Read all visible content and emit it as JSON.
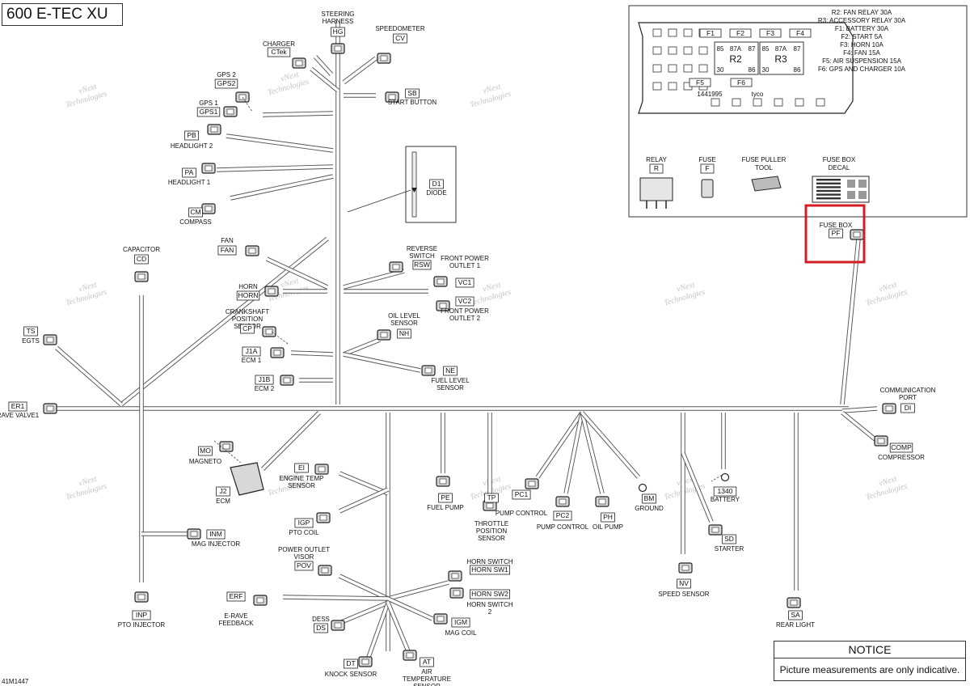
{
  "title": "600 E-TEC XU",
  "figure_id": "41M1447",
  "notice": {
    "heading": "NOTICE",
    "text": "Picture measurements are only indicative."
  },
  "watermark": [
    "vNext",
    "Technologies"
  ],
  "fuse_box": {
    "fuses_top": [
      "F1",
      "F2",
      "F3",
      "F4"
    ],
    "relay_r2": {
      "name": "R2",
      "pins_top": [
        "85",
        "87A",
        "87"
      ],
      "pins_bottom": [
        "30",
        "86"
      ]
    },
    "relay_r3": {
      "name": "R3",
      "pins_top": [
        "85",
        "87A",
        "87"
      ],
      "pins_bottom": [
        "30",
        "86"
      ]
    },
    "fuse_f5": "F5",
    "fuse_f6": "F6",
    "part_number": "1441995",
    "brand": "tyco",
    "legend": [
      "R2: FAN RELAY 30A",
      "R3: ACCESSORY RELAY 30A",
      "F1: BATTERY 30A",
      "F2: START 5A",
      "F3: HORN 10A",
      "F4: FAN 15A",
      "F5: AIR SUSPENSION 15A",
      "F6: GPS AND CHARGER 10A"
    ],
    "parts": [
      {
        "name": "RELAY",
        "code": "R"
      },
      {
        "name": "FUSE",
        "code": "F"
      },
      {
        "name": "FUSE PULLER TOOL",
        "code": ""
      },
      {
        "name": "FUSE BOX DECAL",
        "code": ""
      }
    ]
  },
  "components": {
    "hg": {
      "label": "STEERING HARNESS",
      "code": "HG"
    },
    "cv": {
      "label": "SPEEDOMETER",
      "code": "CV"
    },
    "ctek": {
      "label": "CHARGER",
      "code": "CTek"
    },
    "gps2": {
      "label": "GPS 2",
      "code": "GPS2"
    },
    "gps1": {
      "label": "GPS 1",
      "code": "GPS1"
    },
    "sb": {
      "label": "START BUTTON",
      "code": "SB"
    },
    "pb": {
      "label": "HEADLIGHT 2",
      "code": "PB"
    },
    "pa": {
      "label": "HEADLIGHT 1",
      "code": "PA"
    },
    "cm": {
      "label": "COMPASS",
      "code": "CM"
    },
    "d1": {
      "label": "DIODE",
      "code": "D1"
    },
    "cd": {
      "label": "CAPACITOR",
      "code": "CD"
    },
    "fan": {
      "label": "FAN",
      "code": "FAN"
    },
    "horn": {
      "label": "HORN",
      "code": "HORN"
    },
    "rsw": {
      "label": "REVERSE SWITCH",
      "code": "RSW"
    },
    "vc1": {
      "label": "FRONT POWER OUTLET 1",
      "code": "VC1"
    },
    "vc2": {
      "label": "FRONT POWER OUTLET 2",
      "code": "VC2"
    },
    "cp": {
      "label": "CRANKSHAFT POSITION SENSOR",
      "code": "CP"
    },
    "nh": {
      "label": "OIL LEVEL SENSOR",
      "code": "NH"
    },
    "j1a": {
      "label": "ECM 1",
      "code": "J1A"
    },
    "ne": {
      "label": "FUEL LEVEL SENSOR",
      "code": "NE"
    },
    "j1b": {
      "label": "ECM 2",
      "code": "J1B"
    },
    "ts": {
      "label": "EGTS",
      "code": "TS"
    },
    "er1": {
      "label": "RAVE VALVE1",
      "code": "ER1"
    },
    "pf": {
      "label": "FUSE BOX",
      "code": "PF"
    },
    "di": {
      "label": "COMMUNICATION PORT",
      "code": "DI"
    },
    "comp": {
      "label": "COMPRESSOR",
      "code": "COMP"
    },
    "mo": {
      "label": "MAGNETO",
      "code": "MO"
    },
    "j2": {
      "label": "ECM",
      "code": "J2"
    },
    "ei": {
      "label": "ENGINE TEMP SENSOR",
      "code": "EI"
    },
    "igp": {
      "label": "PTO COIL",
      "code": "IGP"
    },
    "inm": {
      "label": "MAG INJECTOR",
      "code": "INM"
    },
    "inp": {
      "label": "PTO INJECTOR",
      "code": "INP"
    },
    "pe": {
      "label": "FUEL PUMP",
      "code": "PE"
    },
    "tp": {
      "label": "THROTTLE POSITION SENSOR",
      "code": "TP"
    },
    "pc1": {
      "label": "PUMP CONTROL",
      "code": "PC1"
    },
    "pc2": {
      "label": "PUMP CONTROL",
      "code": "PC2"
    },
    "ph": {
      "label": "OIL PUMP",
      "code": "PH"
    },
    "bm": {
      "label": "GROUND",
      "code": "BM"
    },
    "bat": {
      "label": "BATTERY",
      "code": "1340"
    },
    "sd": {
      "label": "STARTER",
      "code": "SD"
    },
    "nv": {
      "label": "SPEED SENSOR",
      "code": "NV"
    },
    "sa": {
      "label": "REAR LIGHT",
      "code": "SA"
    },
    "pov": {
      "label": "POWER OUTLET VISOR",
      "code": "POV"
    },
    "hsw1": {
      "label": "HORN SWITCH 1",
      "code": "HORN SW1"
    },
    "hsw2": {
      "label": "HORN SWITCH 2",
      "code": "HORN SW2"
    },
    "erf": {
      "label": "E-RAVE FEEDBACK",
      "code": "ERF"
    },
    "igm": {
      "label": "MAG COIL",
      "code": "IGM"
    },
    "ds": {
      "label": "DESS",
      "code": "DS"
    },
    "at": {
      "label": "AIR TEMPERATURE SENSOR",
      "code": "AT"
    },
    "dt": {
      "label": "KNOCK SENSOR",
      "code": "DT"
    }
  }
}
